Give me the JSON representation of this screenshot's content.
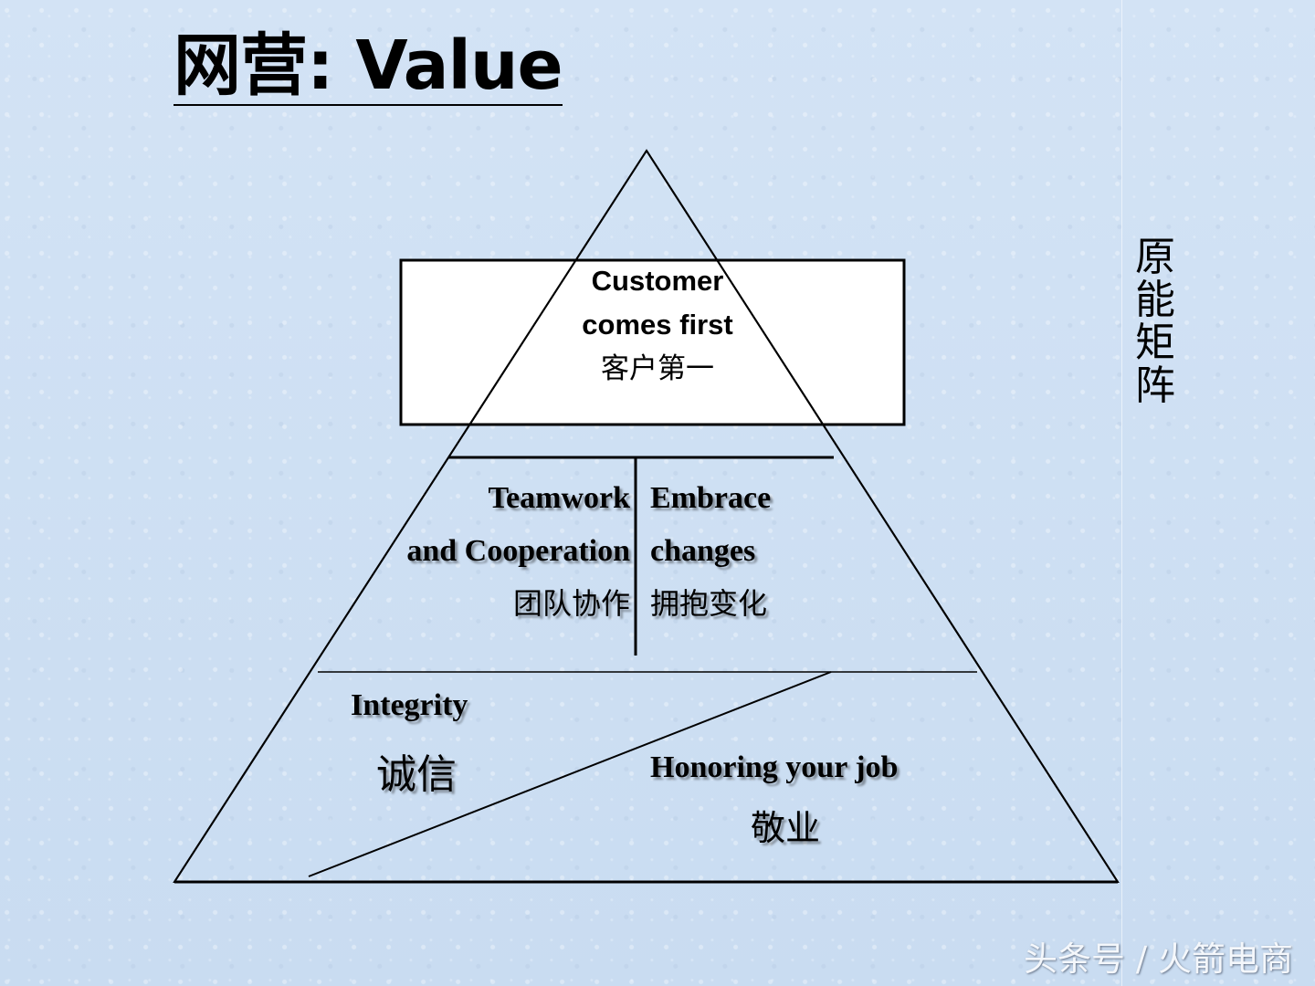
{
  "slide": {
    "title": "网营: Value",
    "side_label": "原能矩阵",
    "watermark": "头条号 / 火箭电商"
  },
  "pyramid": {
    "top": {
      "en_line1": "Customer",
      "en_line2": "comes first",
      "cn": "客户第一"
    },
    "middle_left": {
      "en_line1": "Teamwork",
      "en_line2": "and Cooperation",
      "cn": "团队协作"
    },
    "middle_right": {
      "en_line1": "Embrace",
      "en_line2": "changes",
      "cn": "拥抱变化"
    },
    "bottom_left": {
      "en": "Integrity",
      "cn": "诚信"
    },
    "bottom_right": {
      "en": "Honoring your job",
      "cn": "敬业"
    }
  },
  "colors": {
    "background": "#cfe0f3",
    "line": "#000000",
    "box_fill": "#ffffff"
  }
}
